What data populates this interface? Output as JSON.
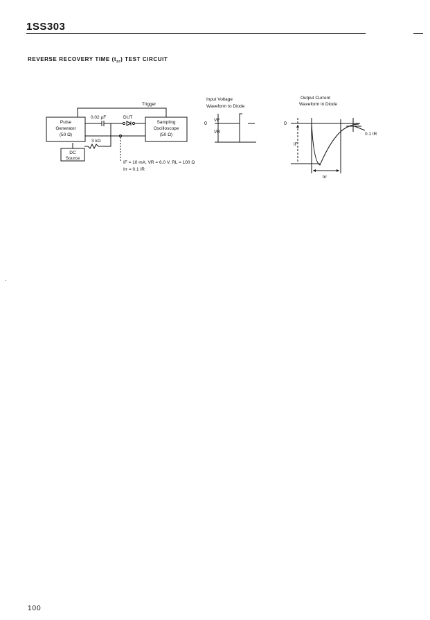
{
  "header": {
    "part_number": "1SS303"
  },
  "section": {
    "title_prefix": "REVERSE RECOVERY TIME (t",
    "title_sub": "rr",
    "title_suffix": ") TEST CIRCUIT"
  },
  "circuit": {
    "trigger_label": "Trigger",
    "capacitor_label": "0.02 µF",
    "dut_label": "DUT",
    "pulse_generator": [
      "Pulse",
      "Generator",
      "(50 Ω)"
    ],
    "oscilloscope": [
      "Sampling",
      "Oscilloscope",
      "(50 Ω)"
    ],
    "resistor_label": "3 kΩ",
    "dc_source": [
      "DC",
      "Source"
    ],
    "conditions_line1": "IF = 10 mA, VR = 6.0 V, RL = 100 Ω",
    "conditions_line2": "Irr = 0.1 IR"
  },
  "input_waveform": {
    "title_line1": "Input Voltage",
    "title_line2": "Waveform to Diode",
    "zero_label": "0",
    "vf_label": "VF",
    "vr_label": "VR"
  },
  "output_waveform": {
    "title_line1": "Output Current",
    "title_line2": "Waveform in Diode",
    "zero_label": "0",
    "ir_label": "IF",
    "level_label": "0.1 IR",
    "trr_label": "trr"
  },
  "footer": {
    "page_number": "100"
  }
}
